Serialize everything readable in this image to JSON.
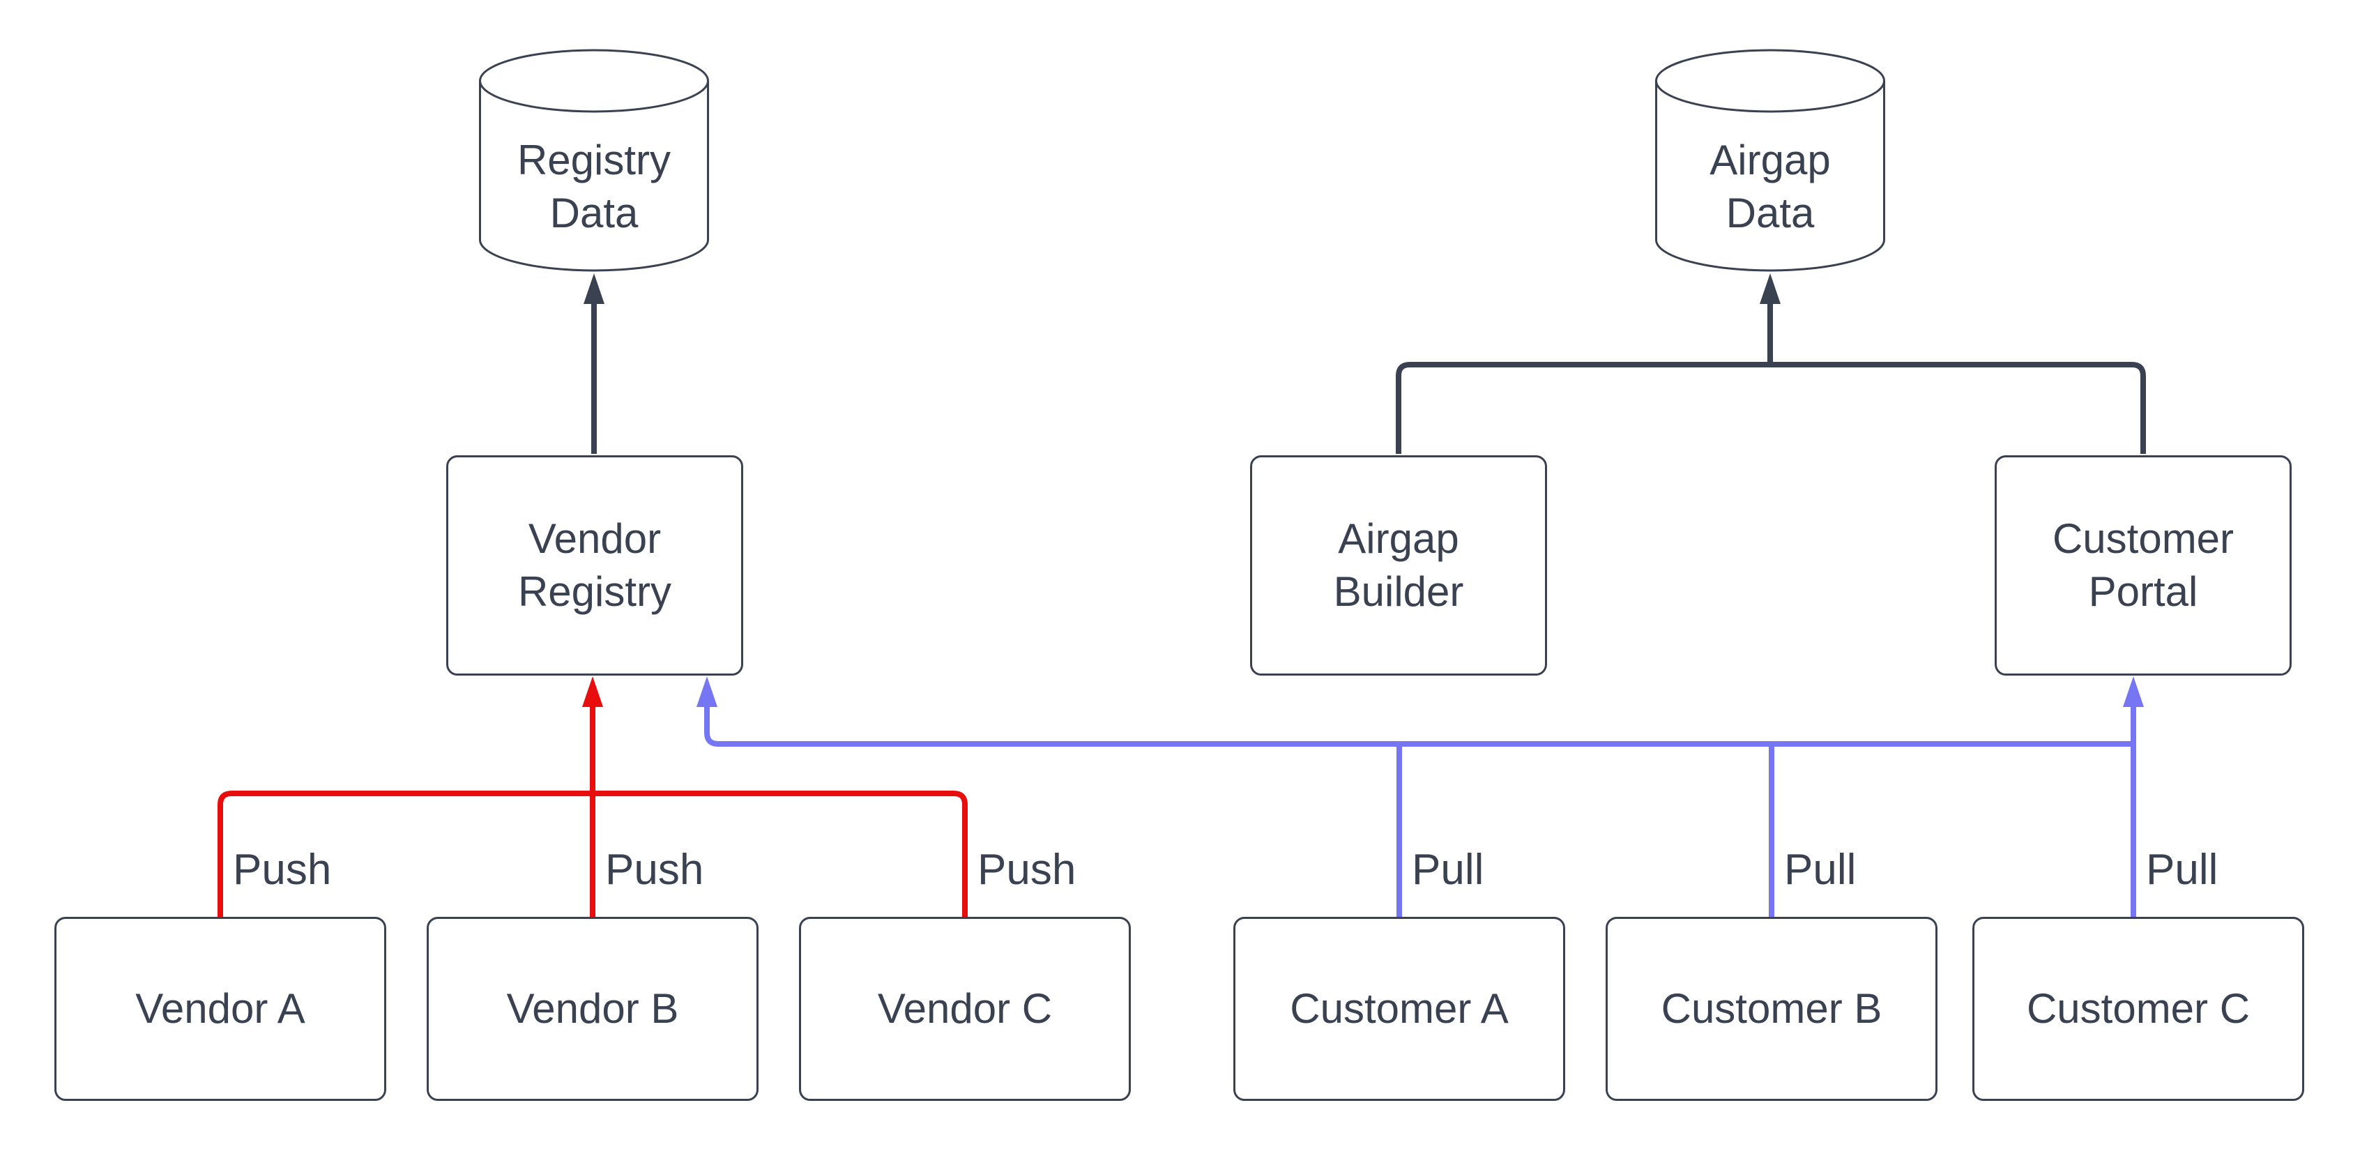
{
  "colors": {
    "connector_dark": "#3A4150",
    "push_red": "#E90E0E",
    "pull_blue": "#7676F5",
    "node_border": "#3A4150",
    "text": "#3A4150",
    "background": "#FFFFFF"
  },
  "nodes": {
    "registry_data": "Registry\nData",
    "airgap_data": "Airgap\nData",
    "vendor_registry": "Vendor\nRegistry",
    "airgap_builder": "Airgap\nBuilder",
    "customer_portal": "Customer\nPortal",
    "vendor_a": "Vendor A",
    "vendor_b": "Vendor B",
    "vendor_c": "Vendor C",
    "customer_a": "Customer A",
    "customer_b": "Customer B",
    "customer_c": "Customer C"
  },
  "edge_labels": {
    "push_a": "Push",
    "push_b": "Push",
    "push_c": "Push",
    "pull_a": "Pull",
    "pull_b": "Pull",
    "pull_c": "Pull"
  }
}
